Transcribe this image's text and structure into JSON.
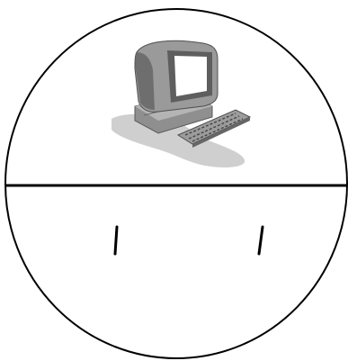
{
  "diagram": {
    "shape": "circle",
    "divider": "horizontal",
    "line_color": "#000000",
    "background": "#ffffff",
    "upper_half": {
      "icon": "desktop-computer-icon",
      "icon_colors": {
        "body": "#9a9a9a",
        "dark": "#5a5a5a",
        "light": "#d0d0d0",
        "screen": "#ffffff",
        "shadow": "#c8c8c8"
      }
    },
    "lower_half": {
      "marks": [
        "tick-mark-left",
        "tick-mark-right"
      ]
    }
  }
}
